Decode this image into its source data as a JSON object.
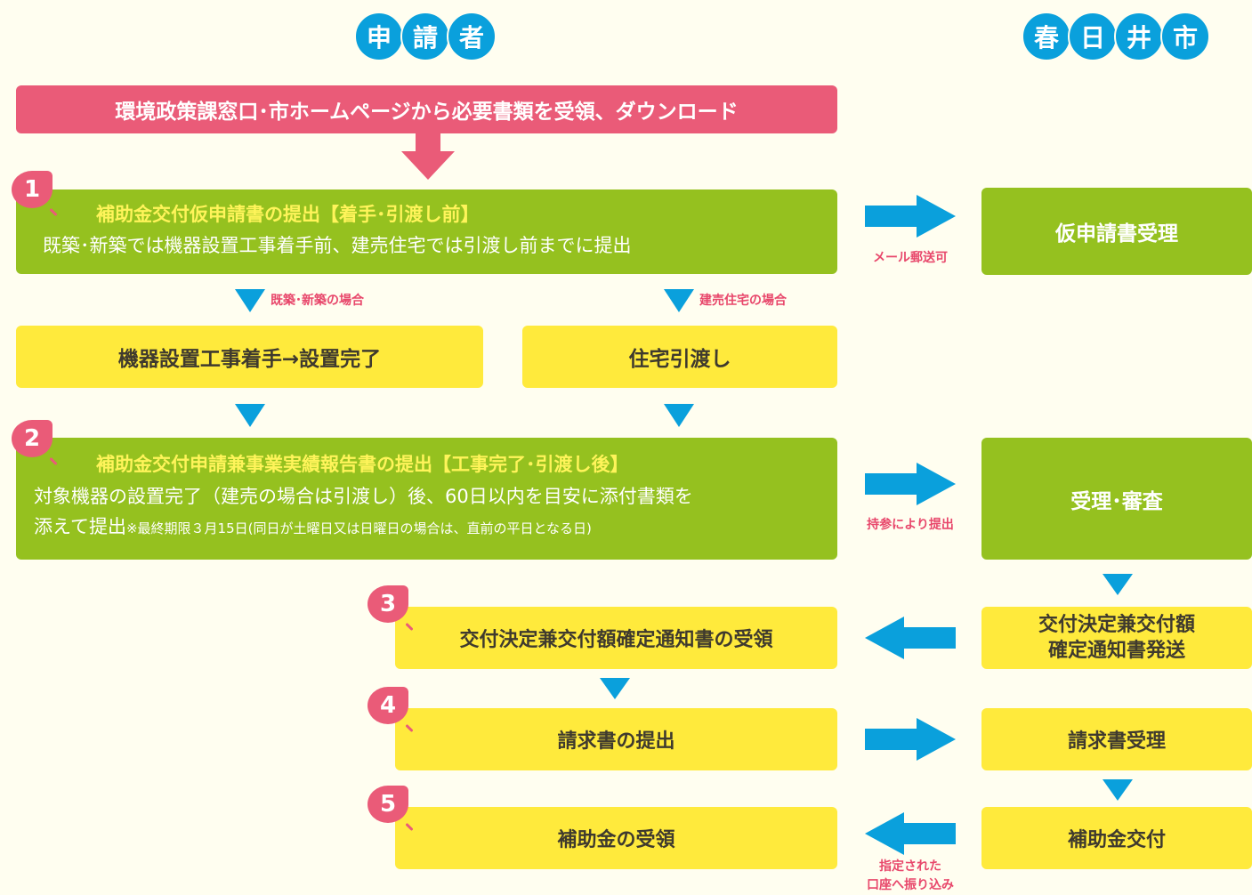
{
  "headers": {
    "applicant": [
      "申",
      "請",
      "者"
    ],
    "city": [
      "春",
      "日",
      "井",
      "市"
    ]
  },
  "top_banner": "環境政策課窓口･市ホームページから必要書類を受領、ダウンロード",
  "step1": {
    "number": "1",
    "title": "補助金交付仮申請書の提出【着手･引渡し前】",
    "body": "既築･新築では機器設置工事着手前、建売住宅では引渡し前までに提出"
  },
  "city1": "仮申請書受理",
  "note_mail": "メール郵送可",
  "branch_existing": "既築･新築の場合",
  "branch_ready": "建売住宅の場合",
  "box_install": "機器設置工事着手→設置完了",
  "box_handover": "住宅引渡し",
  "step2": {
    "number": "2",
    "title": "補助金交付申請兼事業実績報告書の提出【工事完了･引渡し後】",
    "body_line1": "対象機器の設置完了（建売の場合は引渡し）後、60日以内を目安に添付書類を",
    "body_line2": "添えて提出",
    "body_small": "※最終期限３月15日(同日が土曜日又は日曜日の場合は、直前の平日となる日)"
  },
  "city2": "受理･審査",
  "note_bring": "持参により提出",
  "step3": {
    "number": "3",
    "label": "交付決定兼交付額確定通知書の受領"
  },
  "city3": {
    "line1": "交付決定兼交付額",
    "line2": "確定通知書発送"
  },
  "step4": {
    "number": "4",
    "label": "請求書の提出"
  },
  "city4": "請求書受理",
  "step5": {
    "number": "5",
    "label": "補助金の受領"
  },
  "city5": "補助金交付",
  "note_transfer": {
    "line1": "指定された",
    "line2": "口座へ振り込み"
  },
  "colors": {
    "green": "#95c11f",
    "yellow": "#ffea3c",
    "pink": "#ea5b78",
    "blue": "#0aa0dc",
    "background": "#fffef0"
  }
}
